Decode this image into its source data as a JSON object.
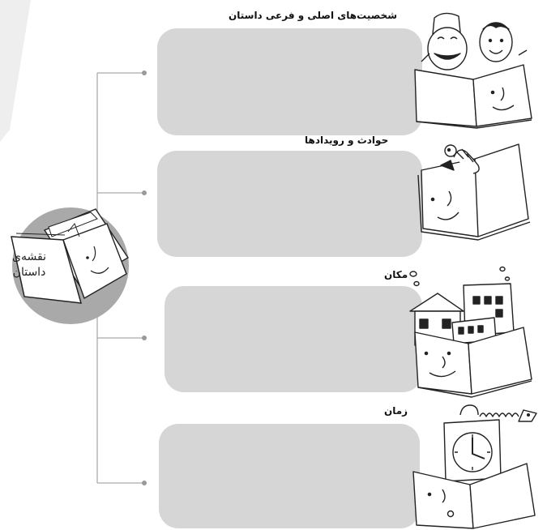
{
  "center": {
    "line1": "نقشه‌ی",
    "line2": "داستان"
  },
  "sections": [
    {
      "label": "شخصیت‌های اصلی و فرعی داستان",
      "icon": "characters-on-book-icon"
    },
    {
      "label": "حوادث و رویدادها",
      "icon": "bookworm-on-book-icon"
    },
    {
      "label": "مکان",
      "icon": "buildings-on-book-icon"
    },
    {
      "label": "زمان",
      "icon": "clock-on-book-icon"
    }
  ],
  "colors": {
    "box": "#d6d6d6",
    "circle": "#a9a9a9",
    "connector": "#aaaaaa",
    "stripe": "#eeeeee"
  }
}
